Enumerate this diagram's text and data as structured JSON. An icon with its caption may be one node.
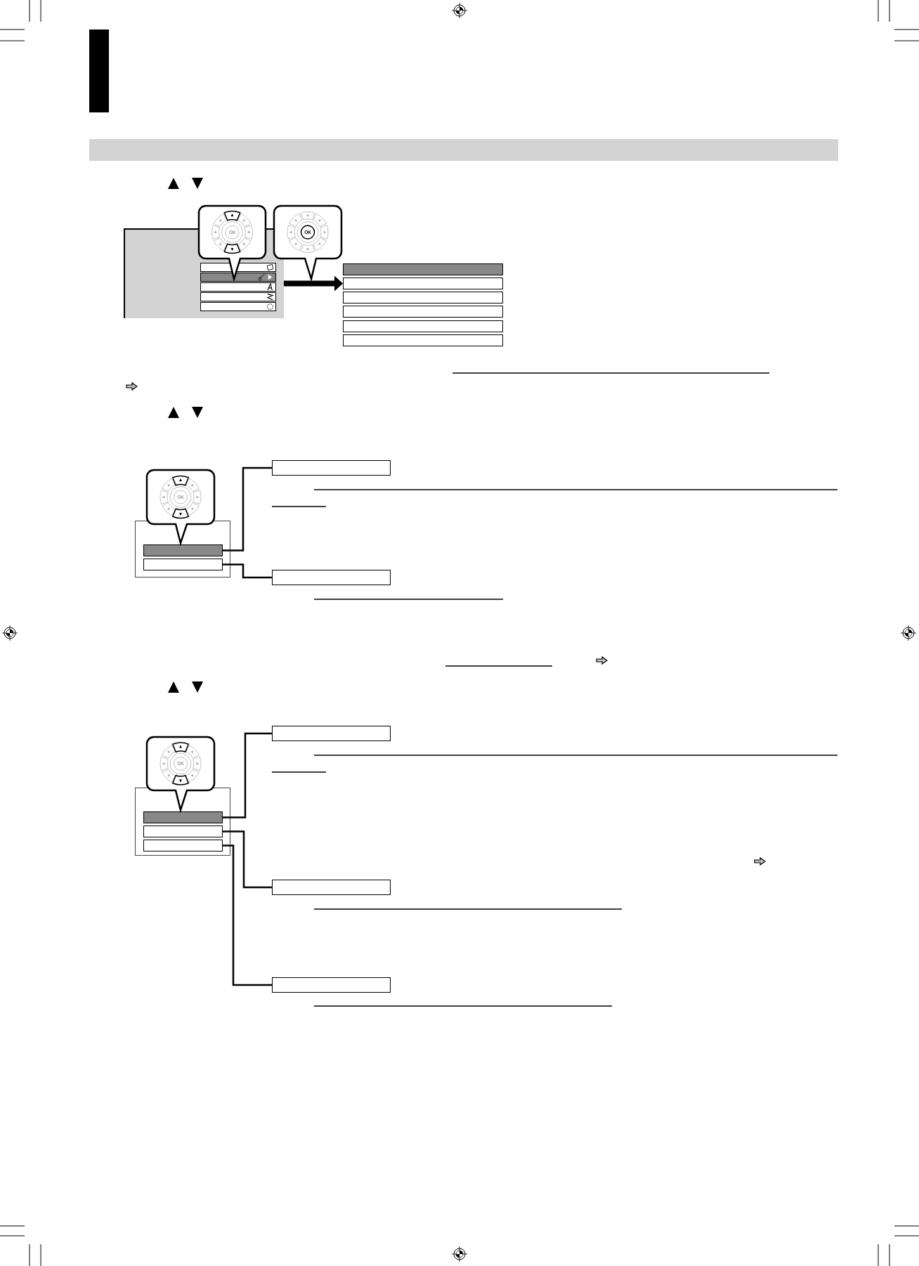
{
  "diagram": {
    "nodes": [
      {
        "text": [],
        "shape": "bar"
      },
      {
        "text": [],
        "shape": "bar"
      },
      {
        "text": [],
        "shape": "box"
      },
      {
        "text": [],
        "shape": "box",
        "in": 2
      },
      {
        "text": [],
        "shape": "box",
        "in": 2
      },
      {
        "text": [],
        "shape": "box",
        "in": 2
      },
      {
        "text": [],
        "shape": "box",
        "in": 2
      },
      {
        "text": [],
        "shape": "box",
        "in": 2
      },
      {
        "text": [],
        "shape": "box"
      },
      {
        "text": [],
        "shape": "box"
      },
      {
        "text": [],
        "shape": "box"
      },
      {
        "text": [],
        "shape": "box"
      },
      {
        "text": [],
        "shape": "box"
      },
      {
        "text": [],
        "shape": "box"
      },
      {
        "text": [],
        "shape": "box"
      },
      {
        "text": [],
        "shape": "box",
        "in": 14
      },
      {
        "text": [],
        "shape": "box",
        "in": 14
      },
      {
        "text": [],
        "shape": "box"
      },
      {
        "text": [],
        "shape": "box"
      },
      {
        "text": [],
        "shape": "box"
      },
      {
        "text": [],
        "shape": "box",
        "in": 19
      },
      {
        "text": [],
        "shape": "box",
        "in": 19
      },
      {
        "text": [],
        "shape": "box",
        "in": 19
      },
      {
        "text": [],
        "shape": "box"
      },
      {
        "text": [],
        "shape": "box"
      },
      {
        "text": [],
        "shape": "box"
      }
    ],
    "edges": [
      {
        "from": 2,
        "to": 9,
        "arrow": "to",
        "style": "thick"
      },
      {
        "from": 15,
        "to": 17,
        "arrow": "none"
      },
      {
        "from": 16,
        "to": 18,
        "arrow": "none"
      },
      {
        "from": 20,
        "to": 23,
        "arrow": "none"
      },
      {
        "from": 21,
        "to": 24,
        "arrow": "none"
      },
      {
        "from": 22,
        "to": 25,
        "arrow": "none"
      }
    ],
    "labels": [
      "OK",
      "OK",
      "OK",
      "OK"
    ]
  }
}
